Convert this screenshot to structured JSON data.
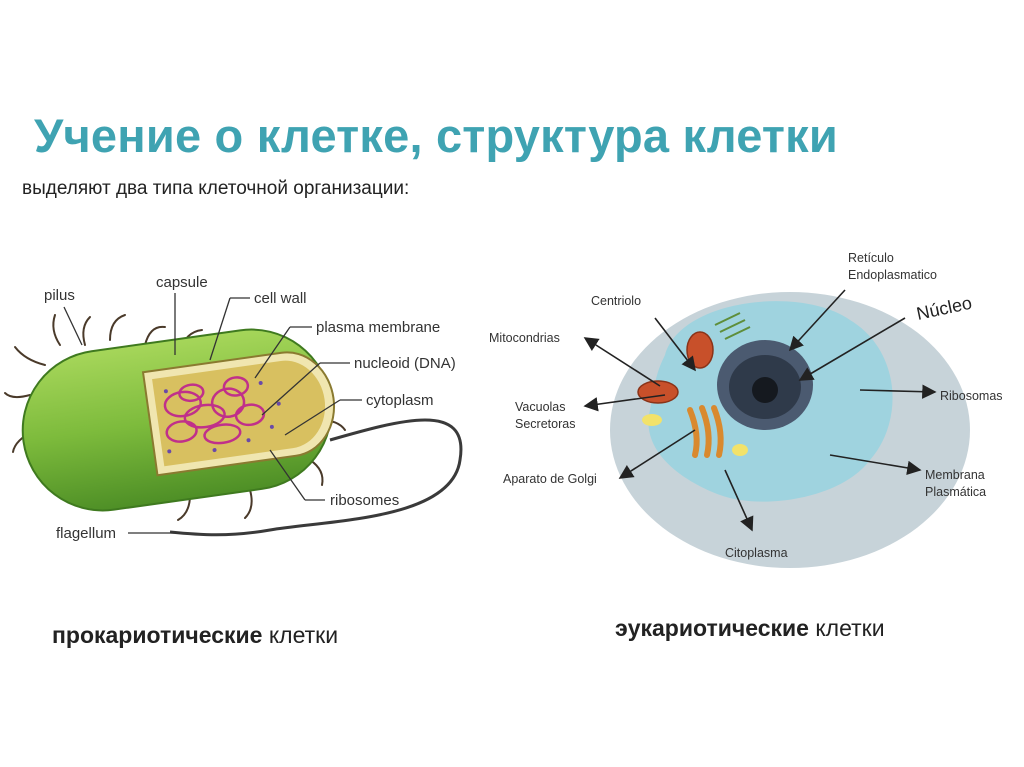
{
  "title": "Учение о клетке, структура клетки",
  "subtitle": "выделяют два типа клеточной организации:",
  "prokaryote": {
    "labels": {
      "pilus": "pilus",
      "capsule": "capsule",
      "cell_wall": "cell wall",
      "plasma_membrane": "plasma membrane",
      "nucleoid": "nucleoid (DNA)",
      "cytoplasm": "cytoplasm",
      "ribosomes": "ribosomes",
      "flagellum": "flagellum"
    },
    "caption_bold": "прокариотические",
    "caption_rest": " клетки"
  },
  "eukaryote": {
    "labels": {
      "reticulo_1": "Retículo",
      "reticulo_2": "Endoplasmatico",
      "centriolo": "Centriolo",
      "nucleo": "Núcleo",
      "mitocondrias": "Mitocondrias",
      "ribosomas": "Ribosomas",
      "vacuolas_1": "Vacuolas",
      "vacuolas_2": "Secretoras",
      "golgi": "Aparato de Golgi",
      "membrana_1": "Membrana",
      "membrana_2": "Plasmática",
      "citoplasma": "Citoplasma"
    },
    "caption_bold": "эукариотические",
    "caption_rest": " клетки"
  },
  "colors": {
    "title": "#3fa3b2",
    "bacterium_green": "#7dbb3c",
    "dna_pink": "#c0308a",
    "cytoplasm_yellow": "#d8c060",
    "euk_cytoplasm": "#9fd3df",
    "euk_membrane": "#c7d3d9",
    "nucleus": "#4b5a70",
    "golgi": "#d9892e",
    "mitochondria": "#c8502a"
  }
}
